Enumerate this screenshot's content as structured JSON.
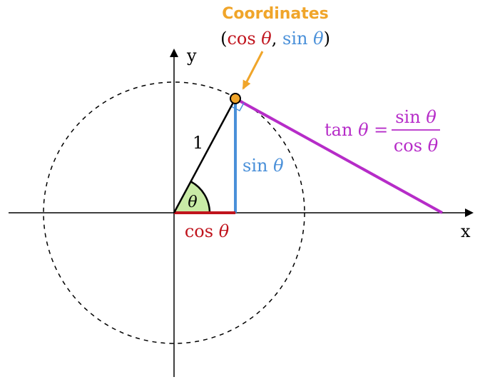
{
  "labels": {
    "coordinates_title": "Coordinates",
    "paren_open": "(",
    "paren_close": ")",
    "comma": ", ",
    "cos": "cos",
    "sin": "sin",
    "theta": "θ",
    "tan": "tan",
    "equals": "=",
    "radius": "1",
    "x_axis": "x",
    "y_axis": "y"
  },
  "colors": {
    "cos": "#c0141d",
    "sin": "#4a90d9",
    "tan": "#b62cc8",
    "coordinates": "#f0a52a",
    "angle_fill": "#c9eba6",
    "axis": "#000000",
    "circle": "#000000"
  }
}
